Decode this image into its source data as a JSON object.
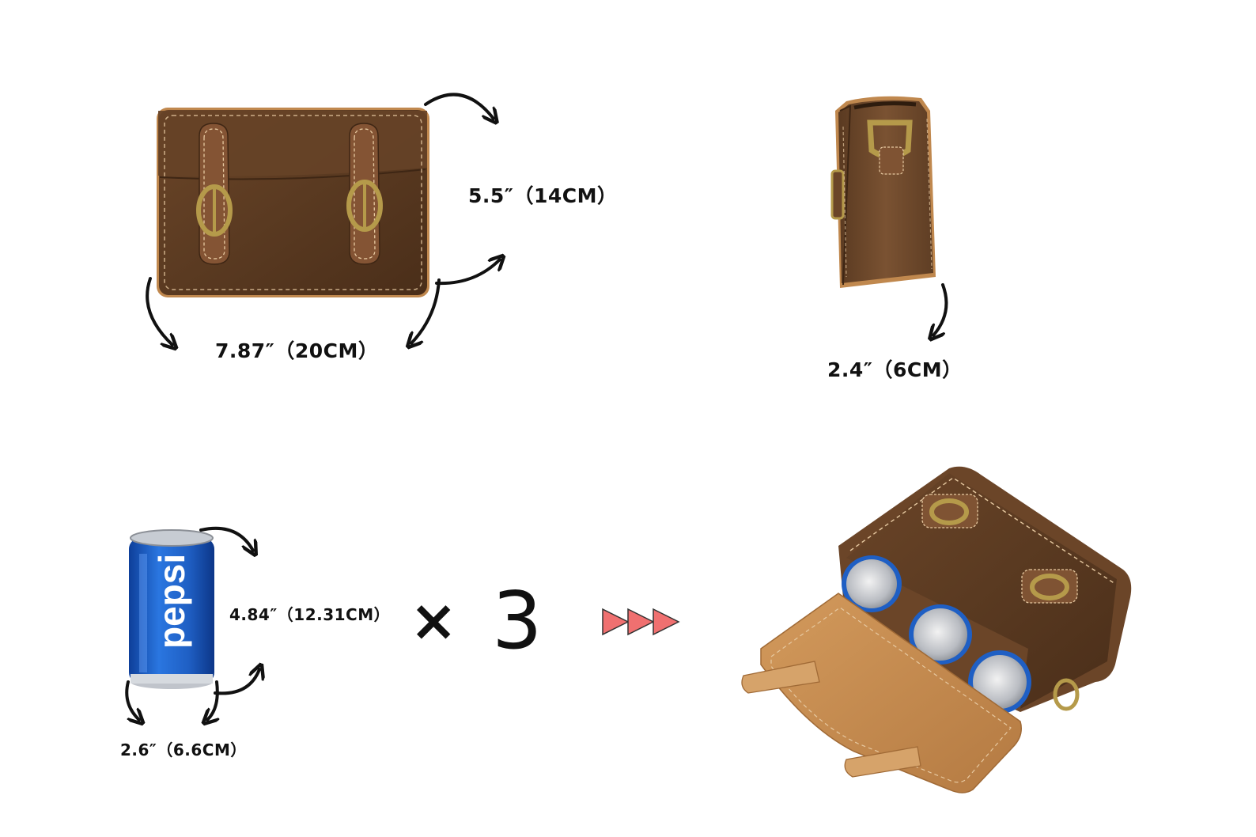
{
  "labels": {
    "bag_height": "5.5″（14CM）",
    "bag_width": "7.87″（20CM）",
    "bag_depth": "2.4″（6CM）",
    "can_height": "4.84″（12.31CM）",
    "can_diameter": "2.6″（6.6CM）",
    "can_brand": "pepsi",
    "multiply_sign": "×",
    "quantity": "3"
  },
  "colors": {
    "leather_dark": "#5b3b22",
    "leather_mid": "#7a5232",
    "leather_light": "#c0884e",
    "stitch": "#e7c9a1",
    "brass": "#b59a4a",
    "can_blue": "#1f5fc4",
    "arrow_red": "#f07070",
    "text": "#111111"
  },
  "icons": [
    "curved-arrow-icon",
    "fast-forward-arrows-icon"
  ]
}
